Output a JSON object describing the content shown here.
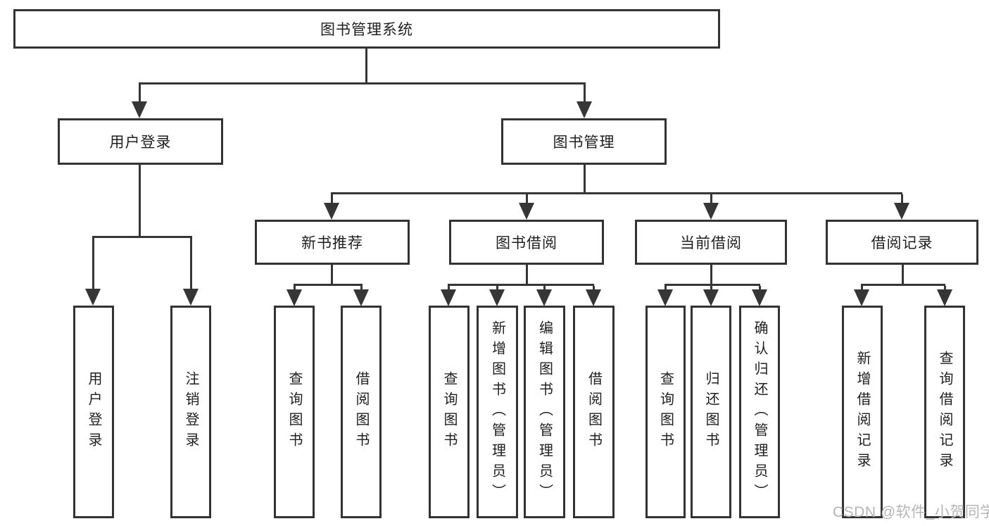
{
  "nodes": {
    "root": "图书管理系统",
    "user_login": "用户登录",
    "book_mgmt": "图书管理",
    "login": "用户登录",
    "logout": "注销登录",
    "new_book_rec": "新书推荐",
    "book_borrow": "图书借阅",
    "current_borrow": "当前借阅",
    "borrow_records": "借阅记录",
    "rec_query_book": "查询图书",
    "rec_borrow_book": "借阅图书",
    "bb_query_book": "查询图书",
    "bb_add_book": "新增图书（管理员）",
    "bb_edit_book": "编辑图书（管理员）",
    "bb_borrow_book": "借阅图书",
    "cb_query_book": "查询图书",
    "cb_return_book": "归还图书",
    "cb_confirm_return": "确认归还（管理员）",
    "br_add_record": "新增借阅记录",
    "br_query_record": "查询借阅记录"
  },
  "hierarchy": {
    "图书管理系统": {
      "用户登录": [
        "用户登录",
        "注销登录"
      ],
      "图书管理": {
        "新书推荐": [
          "查询图书",
          "借阅图书"
        ],
        "图书借阅": [
          "查询图书",
          "新增图书（管理员）",
          "编辑图书（管理员）",
          "借阅图书"
        ],
        "当前借阅": [
          "查询图书",
          "归还图书",
          "确认归还（管理员）"
        ],
        "借阅记录": [
          "新增借阅记录",
          "查询借阅记录"
        ]
      }
    }
  },
  "watermark": "CSDN @软件_小贺同学",
  "colors": {
    "line": "#363636",
    "box_border": "#333333",
    "text": "#1f1f1f",
    "background": "#ffffff",
    "watermark": "#b5b5b5"
  }
}
